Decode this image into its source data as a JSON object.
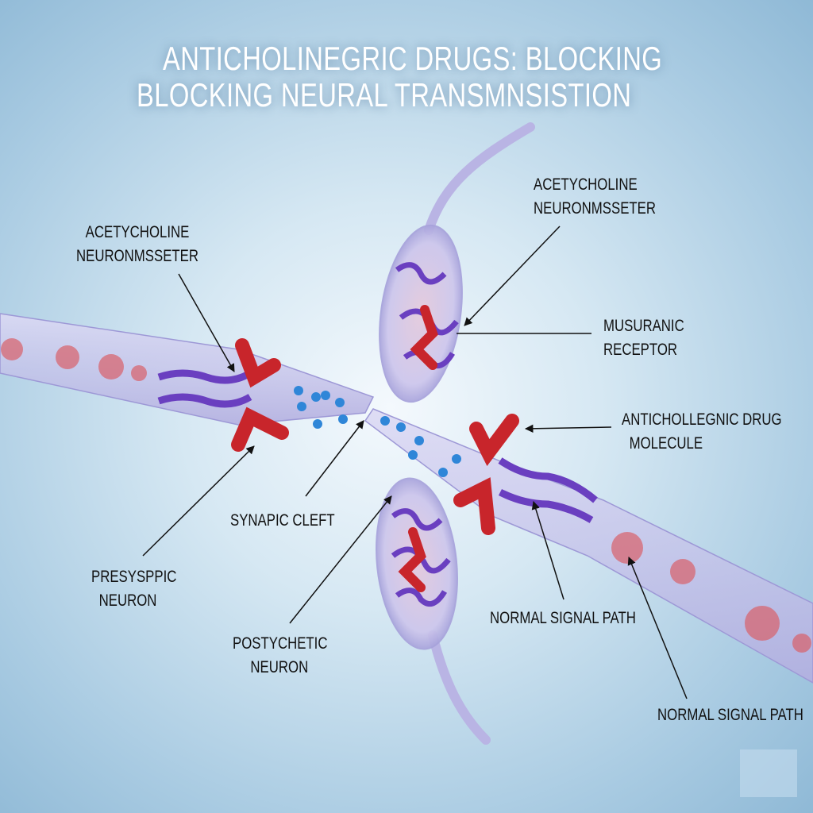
{
  "title": {
    "line1": "ANTICHOLINEGRIC DRUGS: BLOCKING",
    "line2": "BLOCKING   NEURAL TRANSMNSISTION"
  },
  "labels": {
    "acetylcholine_top": {
      "line1": "ACETYCHOLINE",
      "line2": "NEURONMSSETER"
    },
    "acetylcholine_left": {
      "line1": "ACETYCHOLINE",
      "line2": "NEURONMSSETER"
    },
    "muscarinic_receptor": {
      "line1": "MUSURANIC",
      "line2": "RECEPTOR"
    },
    "drug_molecule": {
      "line1": "ANTICHOLLEGNIC DRUG",
      "line2": "MOLECULE"
    },
    "synaptic_cleft": "SYNAPIC CLEFT",
    "presynaptic_neuron": {
      "line1": "PRESYSPPIC",
      "line2": "NEURON"
    },
    "postsynaptic_neuron": {
      "line1": "POSTYCHETIC",
      "line2": "NEURON"
    },
    "normal_signal_path_1": "NORMAL SIGNAL PATH",
    "normal_signal_path_2": "NORMAL SIGNAL PATH"
  },
  "colors": {
    "receptor": "#c8252b",
    "protein": "#6a3fc0",
    "neurotransmitter": "#2f86d8",
    "membrane": "#c9c6ec"
  }
}
